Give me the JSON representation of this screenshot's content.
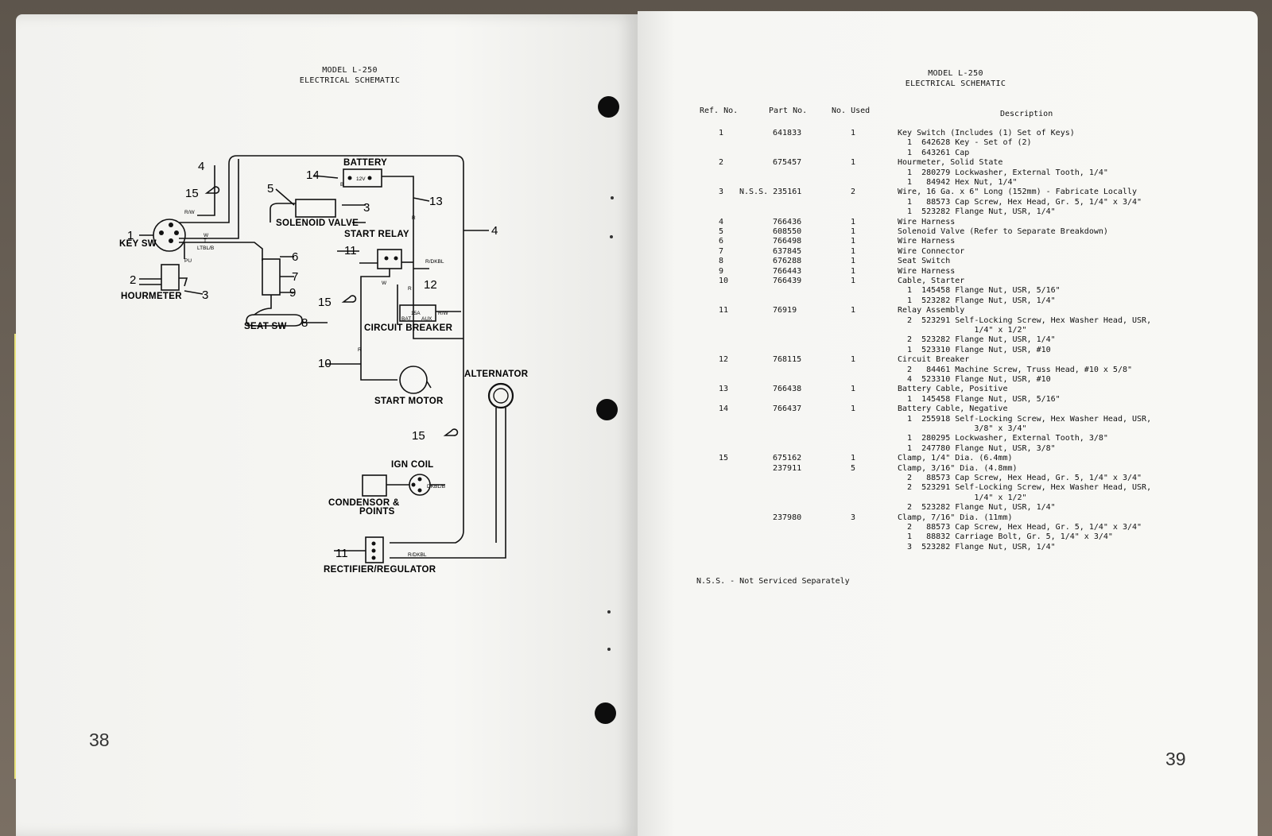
{
  "left_page": {
    "header_line1": "MODEL L-250",
    "header_line2": "ELECTRICAL SCHEMATIC",
    "page_number": "38",
    "schematic": {
      "battery": "BATTERY",
      "battery_value": "12V",
      "solenoid_valve": "SOLENOID VALVE",
      "start_relay": "START RELAY",
      "key_sw": "KEY SW",
      "hourmeter": "HOURMETER",
      "seat_sw": "SEAT SW",
      "circuit_breaker": "CIRCUIT BREAKER",
      "breaker_value": "15A",
      "breaker_bat": "BAT",
      "breaker_aux": "AUX",
      "start_motor": "START MOTOR",
      "alternator": "ALTERNATOR",
      "ign_coil": "IGN COIL",
      "condensor_line1": "CONDENSOR &",
      "condensor_line2": "POINTS",
      "rectifier": "RECTIFIER/REGULATOR",
      "wire_rw": "R/W",
      "wire_rw2": "R/W",
      "wire_w": "W",
      "wire_w2": "W",
      "wire_t": "T",
      "wire_ltbl": "LTBL/B",
      "wire_pu": "PU",
      "wire_r": "R",
      "wire_r2": "R",
      "wire_r3": "R",
      "wire_rdkbl": "R/DKBL",
      "wire_rdkbl2": "R/DKBL",
      "wire_dkbl": "DKBL/B",
      "wire_b": "B",
      "ref_1": "1",
      "ref_2": "2",
      "ref_3a": "3",
      "ref_3b": "3",
      "ref_4a": "4",
      "ref_4b": "4",
      "ref_5": "5",
      "ref_6": "6",
      "ref_7": "7",
      "ref_8": "8",
      "ref_9": "9",
      "ref_10": "10",
      "ref_11a": "11",
      "ref_11b": "11",
      "ref_12": "12",
      "ref_13": "13",
      "ref_14": "14",
      "ref_15a": "15",
      "ref_15b": "15",
      "ref_15c": "15"
    }
  },
  "right_page": {
    "header_line1": "MODEL L-250",
    "header_line2": "ELECTRICAL SCHEMATIC",
    "page_number": "39",
    "columns": {
      "ref": "Ref. No.",
      "part": "Part No.",
      "used": "No. Used",
      "desc": "Description"
    },
    "footnote": "N.S.S. - Not Serviced Separately",
    "rows": [
      {
        "ref": "1",
        "part": "641833",
        "used": "1",
        "desc": "Key Switch (Includes (1) Set of Keys)"
      },
      {
        "ref": "",
        "part": "",
        "used": "",
        "desc": "  1  642628 Key - Set of (2)"
      },
      {
        "ref": "",
        "part": "",
        "used": "",
        "desc": "  1  643261 Cap"
      },
      {
        "ref": "2",
        "part": "675457",
        "used": "1",
        "desc": "Hourmeter, Solid State"
      },
      {
        "ref": "",
        "part": "",
        "used": "",
        "desc": "  1  280279 Lockwasher, External Tooth, 1/4\""
      },
      {
        "ref": "",
        "part": "",
        "used": "",
        "desc": "  1   84942 Hex Nut, 1/4\""
      },
      {
        "ref": "3",
        "part": "N.S.S. 235161",
        "used": "2",
        "desc": "Wire, 16 Ga. x 6\" Long (152mm) - Fabricate Locally"
      },
      {
        "ref": "",
        "part": "",
        "used": "",
        "desc": "  1   88573 Cap Screw, Hex Head, Gr. 5, 1/4\" x 3/4\""
      },
      {
        "ref": "",
        "part": "",
        "used": "",
        "desc": "  1  523282 Flange Nut, USR, 1/4\""
      },
      {
        "ref": "4",
        "part": "766436",
        "used": "1",
        "desc": "Wire Harness"
      },
      {
        "ref": "5",
        "part": "608550",
        "used": "1",
        "desc": "Solenoid Valve (Refer to Separate Breakdown)"
      },
      {
        "ref": "6",
        "part": "766498",
        "used": "1",
        "desc": "Wire Harness"
      },
      {
        "ref": "7",
        "part": "637845",
        "used": "1",
        "desc": "Wire Connector"
      },
      {
        "ref": "8",
        "part": "676288",
        "used": "1",
        "desc": "Seat Switch"
      },
      {
        "ref": "9",
        "part": "766443",
        "used": "1",
        "desc": "Wire Harness"
      },
      {
        "ref": "10",
        "part": "766439",
        "used": "1",
        "desc": "Cable, Starter"
      },
      {
        "ref": "",
        "part": "",
        "used": "",
        "desc": "  1  145458 Flange Nut, USR, 5/16\""
      },
      {
        "ref": "",
        "part": "",
        "used": "",
        "desc": "  1  523282 Flange Nut, USR, 1/4\""
      },
      {
        "ref": "11",
        "part": "76919",
        "used": "1",
        "desc": "Relay Assembly"
      },
      {
        "ref": "",
        "part": "",
        "used": "",
        "desc": "  2  523291 Self-Locking Screw, Hex Washer Head, USR,"
      },
      {
        "ref": "",
        "part": "",
        "used": "",
        "desc": "                1/4\" x 1/2\""
      },
      {
        "ref": "",
        "part": "",
        "used": "",
        "desc": "  2  523282 Flange Nut, USR, 1/4\""
      },
      {
        "ref": "",
        "part": "",
        "used": "",
        "desc": "  1  523310 Flange Nut, USR, #10"
      },
      {
        "ref": "12",
        "part": "768115",
        "used": "1",
        "desc": "Circuit Breaker"
      },
      {
        "ref": "",
        "part": "",
        "used": "",
        "desc": "  2   84461 Machine Screw, Truss Head, #10 x 5/8\""
      },
      {
        "ref": "",
        "part": "",
        "used": "",
        "desc": "  4  523310 Flange Nut, USR, #10"
      },
      {
        "ref": "13",
        "part": "766438",
        "used": "1",
        "desc": "Battery Cable, Positive"
      },
      {
        "ref": "",
        "part": "",
        "used": "",
        "desc": "  1  145458 Flange Nut, USR, 5/16\""
      },
      {
        "ref": "14",
        "part": "766437",
        "used": "1",
        "desc": "Battery Cable, Negative"
      },
      {
        "ref": "",
        "part": "",
        "used": "",
        "desc": "  1  255918 Self-Locking Screw, Hex Washer Head, USR,"
      },
      {
        "ref": "",
        "part": "",
        "used": "",
        "desc": "                3/8\" x 3/4\""
      },
      {
        "ref": "",
        "part": "",
        "used": "",
        "desc": "  1  280295 Lockwasher, External Tooth, 3/8\""
      },
      {
        "ref": "",
        "part": "",
        "used": "",
        "desc": "  1  247780 Flange Nut, USR, 3/8\""
      },
      {
        "ref": "15",
        "part": "675162",
        "used": "1",
        "desc": "Clamp, 1/4\" Dia. (6.4mm)"
      },
      {
        "ref": "",
        "part": "237911",
        "used": "5",
        "desc": "Clamp, 3/16\" Dia. (4.8mm)"
      },
      {
        "ref": "",
        "part": "",
        "used": "",
        "desc": "  2   88573 Cap Screw, Hex Head, Gr. 5, 1/4\" x 3/4\""
      },
      {
        "ref": "",
        "part": "",
        "used": "",
        "desc": "  2  523291 Self-Locking Screw, Hex Washer Head, USR,"
      },
      {
        "ref": "",
        "part": "",
        "used": "",
        "desc": "                1/4\" x 1/2\""
      },
      {
        "ref": "",
        "part": "",
        "used": "",
        "desc": "  2  523282 Flange Nut, USR, 1/4\""
      },
      {
        "ref": "",
        "part": "237980",
        "used": "3",
        "desc": "Clamp, 7/16\" Dia. (11mm)"
      },
      {
        "ref": "",
        "part": "",
        "used": "",
        "desc": "  2   88573 Cap Screw, Hex Head, Gr. 5, 1/4\" x 3/4\""
      },
      {
        "ref": "",
        "part": "",
        "used": "",
        "desc": "  1   88832 Carriage Bolt, Gr. 5, 1/4\" x 3/4\""
      },
      {
        "ref": "",
        "part": "",
        "used": "",
        "desc": "  3  523282 Flange Nut, USR, 1/4\""
      }
    ]
  }
}
